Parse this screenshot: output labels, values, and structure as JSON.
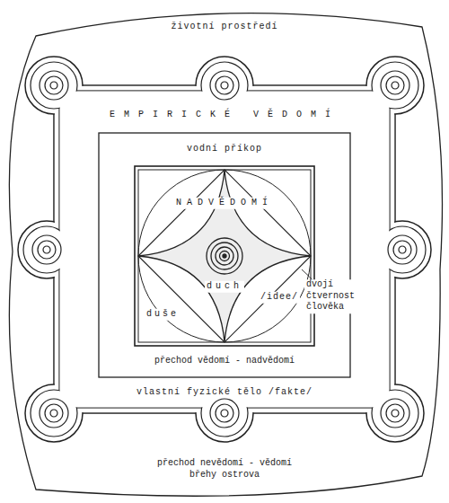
{
  "diagram": {
    "nodes": [
      {
        "text": [
          "životní prostředí",
          "přechod nevědomí - vědomí břehy ostrova"
        ]
      },
      {
        "text": [
          "EMPIRICKÉ VĚDOMÍ",
          "vlastní fyzické tělo /fakte/"
        ],
        "in": 0
      },
      {
        "text": [
          "vodní příkop",
          "přechod vědomí - nadvědomí"
        ],
        "in": 1
      },
      {
        "text": [
          "NADVĚDOMÍ",
          "duch",
          "duše",
          "/idee/"
        ],
        "in": 2
      }
    ],
    "labels": [
      "dvojí čtvernost člověka"
    ]
  }
}
